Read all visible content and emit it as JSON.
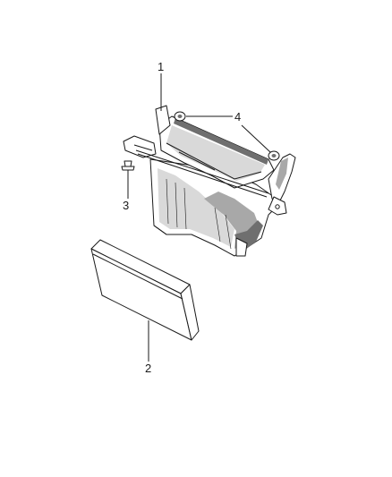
{
  "callouts": {
    "c1": "1",
    "c2": "2",
    "c3": "3",
    "c4": "4"
  },
  "parts": [
    {
      "id": "1",
      "icon": "filter-housing-icon"
    },
    {
      "id": "2",
      "icon": "air-filter-element-icon"
    },
    {
      "id": "3",
      "icon": "push-pin-fastener-icon"
    },
    {
      "id": "4",
      "icon": "nut-fastener-icon"
    }
  ]
}
